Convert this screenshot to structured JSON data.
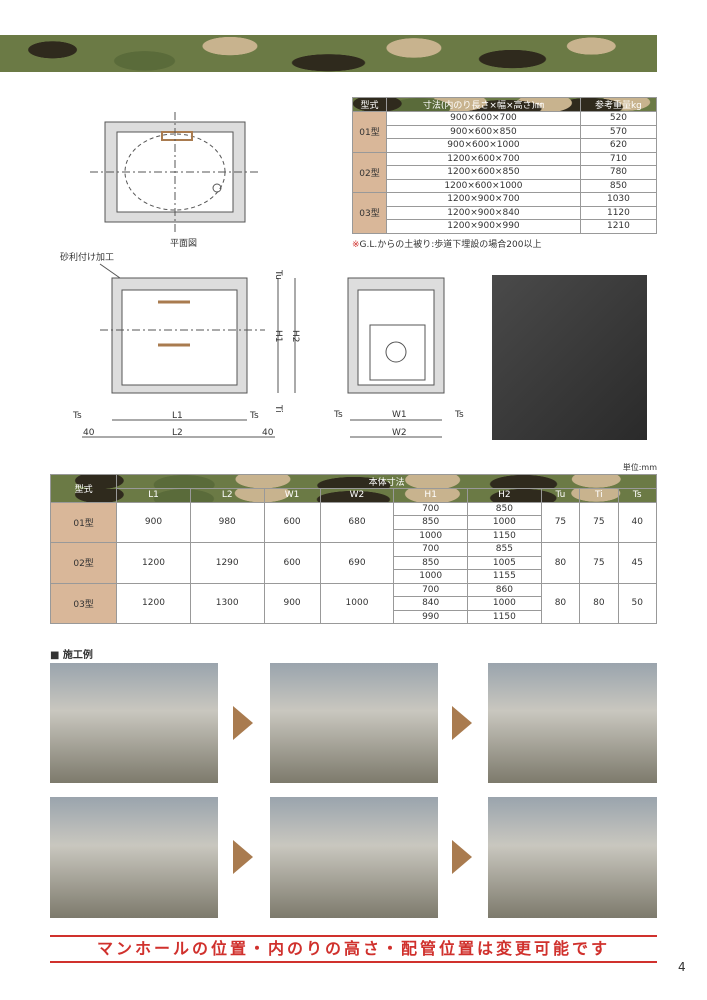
{
  "spec_table": {
    "headers": [
      "型式",
      "寸法(内のり長さ×幅×高さ)㎜",
      "参考重量kg"
    ],
    "groups": [
      {
        "type": "01型",
        "rows": [
          [
            "900×600×700",
            "520"
          ],
          [
            "900×600×850",
            "570"
          ],
          [
            "900×600×1000",
            "620"
          ]
        ]
      },
      {
        "type": "02型",
        "rows": [
          [
            "1200×600×700",
            "710"
          ],
          [
            "1200×600×850",
            "780"
          ],
          [
            "1200×600×1000",
            "850"
          ]
        ]
      },
      {
        "type": "03型",
        "rows": [
          [
            "1200×900×700",
            "1030"
          ],
          [
            "1200×900×840",
            "1120"
          ],
          [
            "1200×900×990",
            "1210"
          ]
        ]
      }
    ],
    "note": "※G.L.からの土被り:歩道下埋設の場合200以上"
  },
  "drawings": {
    "plan_label": "平面図",
    "gravel_label": "砂利付け加工",
    "Tu": "Tu",
    "H1": "H1",
    "H2": "H2",
    "Ti": "Ti",
    "Ts": "Ts",
    "L1": "L1",
    "L2": "L2",
    "W1": "W1",
    "W2": "W2",
    "forty": "40"
  },
  "dims_table": {
    "unit": "単位:mm",
    "type_header": "型式",
    "group_header": "本体寸法",
    "columns": [
      "L1",
      "L2",
      "W1",
      "W2",
      "H1",
      "H2",
      "Tu",
      "Ti",
      "Ts"
    ],
    "groups": [
      {
        "type": "01型",
        "L1": "900",
        "L2": "980",
        "W1": "600",
        "W2": "680",
        "H": [
          [
            "700",
            "850"
          ],
          [
            "850",
            "1000"
          ],
          [
            "1000",
            "1150"
          ]
        ],
        "Tu": "75",
        "Ti": "75",
        "Ts": "40"
      },
      {
        "type": "02型",
        "L1": "1200",
        "L2": "1290",
        "W1": "600",
        "W2": "690",
        "H": [
          [
            "700",
            "855"
          ],
          [
            "850",
            "1005"
          ],
          [
            "1000",
            "1155"
          ]
        ],
        "Tu": "80",
        "Ti": "75",
        "Ts": "45"
      },
      {
        "type": "03型",
        "L1": "1200",
        "L2": "1300",
        "W1": "900",
        "W2": "1000",
        "H": [
          [
            "700",
            "860"
          ],
          [
            "840",
            "1000"
          ],
          [
            "990",
            "1150"
          ]
        ],
        "Tu": "80",
        "Ti": "80",
        "Ts": "50"
      }
    ]
  },
  "construction": {
    "title": "■ 施工例"
  },
  "banner": "マンホールの位置・内のりの高さ・配管位置は変更可能です",
  "page_number": "4",
  "colors": {
    "accent_red": "#d0312d",
    "tan": "#d9b799",
    "arrow": "#a97b4f"
  }
}
